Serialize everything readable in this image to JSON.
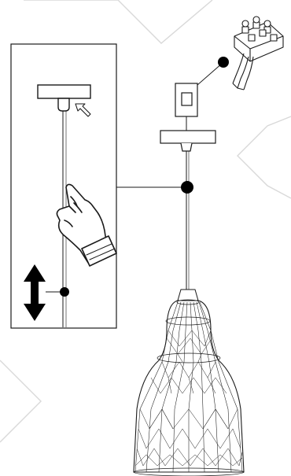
{
  "diagram": {
    "type": "installation-instructions",
    "text_labels": [],
    "colors": {
      "line": "#1a1a1a",
      "background_shape": "#d9d9d9",
      "dot": "#000000",
      "fill": "#ffffff"
    },
    "icons": [
      "terminal-block-icon",
      "ceiling-canopy-icon",
      "release-button-arrow-icon",
      "pointing-hand-icon",
      "up-down-arrow-icon",
      "junction-box-icon",
      "pendant-lamp-icon"
    ],
    "callouts": [
      {
        "name": "cable-adjust-detail",
        "points_to": "cable-junction-dot"
      },
      {
        "name": "wiring-detail",
        "points_to": "wiring-dot"
      }
    ]
  }
}
